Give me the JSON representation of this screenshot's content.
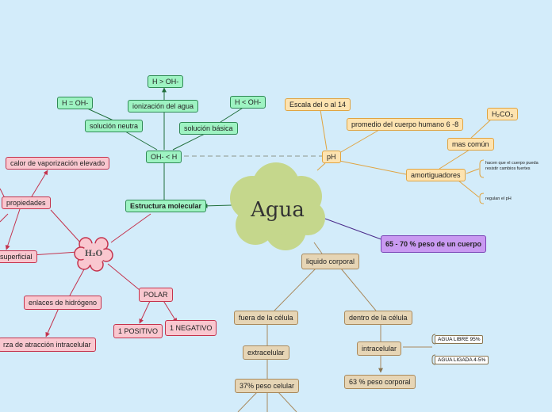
{
  "central": "Agua",
  "h2o": "H₂O",
  "structure": {
    "root": "Estructura molecular",
    "oh_lt_h": "OH- < H",
    "ionizacion": "ionización del agua",
    "h_gt_oh": "H > OH-",
    "sol_neutra": "solución neutra",
    "h_eq_oh": "H = OH-",
    "sol_basica": "solución básica",
    "h_lt_oh": "H < OH-"
  },
  "ph": {
    "root": "pH",
    "escala": "Escala del o al 14",
    "promedio": "promedio del cuerpo humano 6 -8",
    "mas_comun": "mas común",
    "h2co3": "H₂CO₃",
    "amortiguadores": "amortiguadores",
    "note1": "hacen que el cuerpo pueda resistir cambios fuertes",
    "note2": "regulan el pH"
  },
  "peso": "65 - 70 % peso de un cuerpo",
  "liquido": {
    "root": "liquido corporal",
    "fuera": "fuera de la célula",
    "extracelular": "extracelular",
    "peso37": "37% peso celular",
    "dentro": "dentro de la célula",
    "intracelular": "intracelular",
    "agua_libre": "AGUA LIBRE 95%",
    "agua_ligada": "AGUA LIGADA 4-5%",
    "peso63": "63 % peso corporal"
  },
  "properties": {
    "root": "propiedades",
    "calor": "calor de vaporización elevado",
    "superficial": "superficial",
    "enlaces": "enlaces de hidrógeno",
    "fuerza": "rza de atracción intracelular",
    "polar": "POLAR",
    "positivo": "1 POSITIVO",
    "negativo": "1 NEGATIVO"
  },
  "colors": {
    "background": "#d3ecfa",
    "green": "#9ef3c2",
    "orange": "#fde3b0",
    "red": "#f9c7cf",
    "tan": "#e6d5b5",
    "purple": "#c99af1",
    "cloud": "#c5d78c"
  }
}
